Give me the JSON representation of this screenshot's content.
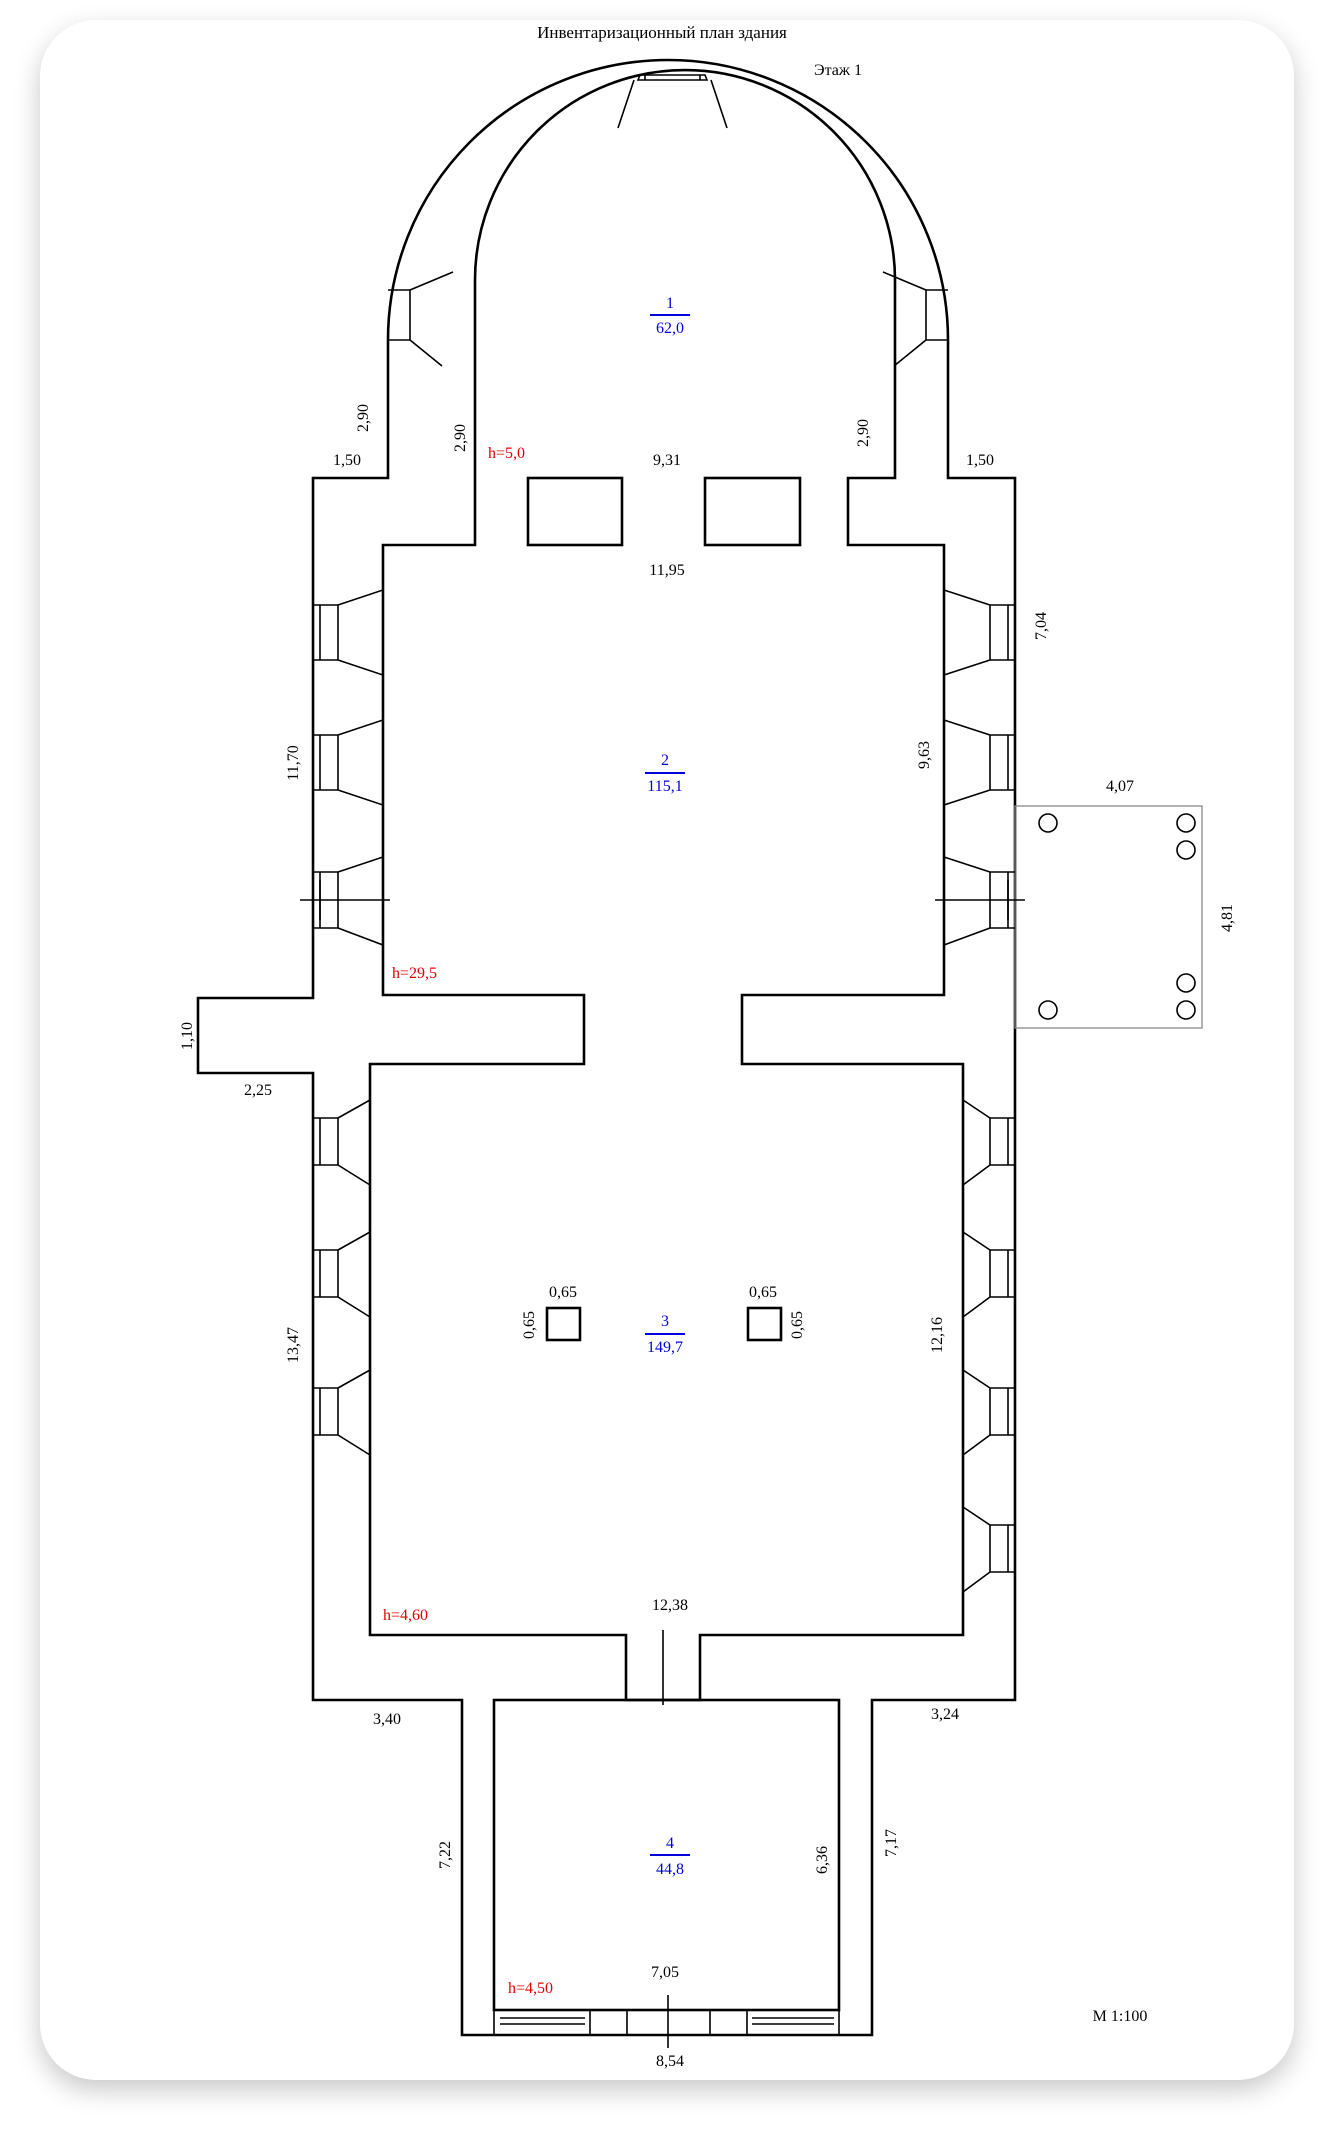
{
  "plan": {
    "title": "Инвентаризационный план здания",
    "floor": "Этаж 1",
    "scale": "М 1:100"
  },
  "rooms": [
    {
      "num": "1",
      "area": "62,0"
    },
    {
      "num": "2",
      "area": "115,1"
    },
    {
      "num": "3",
      "area": "149,7"
    },
    {
      "num": "4",
      "area": "44,8"
    }
  ],
  "heights": {
    "h1": "h=5,0",
    "h2": "h=29,5",
    "h3": "h=4,60",
    "h4": "h=4,50"
  },
  "dims": {
    "apse_left": "2,90",
    "apse_inner_left": "2,90",
    "apse_inner_right": "2,90",
    "top_left": "1,50",
    "top_right": "1,50",
    "top_opening": "9,31",
    "nave_top": "11,95",
    "nave_left": "11,70",
    "nave_right_outer": "7,04",
    "nave_right_inner": "9,63",
    "porch_width": "4,07",
    "porch_depth": "4,81",
    "annex_h": "1,10",
    "annex_w": "2,25",
    "hall_left": "13,47",
    "hall_right": "12,16",
    "pillar_w1": "0,65",
    "pillar_h1": "0,65",
    "pillar_w2": "0,65",
    "pillar_h2": "0,65",
    "hall_bottom": "12,38",
    "bottom_left": "3,40",
    "bottom_right": "3,24",
    "vest_left_outer": "7,22",
    "vest_right_inner": "6,36",
    "vest_right_outer": "7,17",
    "vest_inner_w": "7,05",
    "vest_outer_w": "8,54"
  }
}
